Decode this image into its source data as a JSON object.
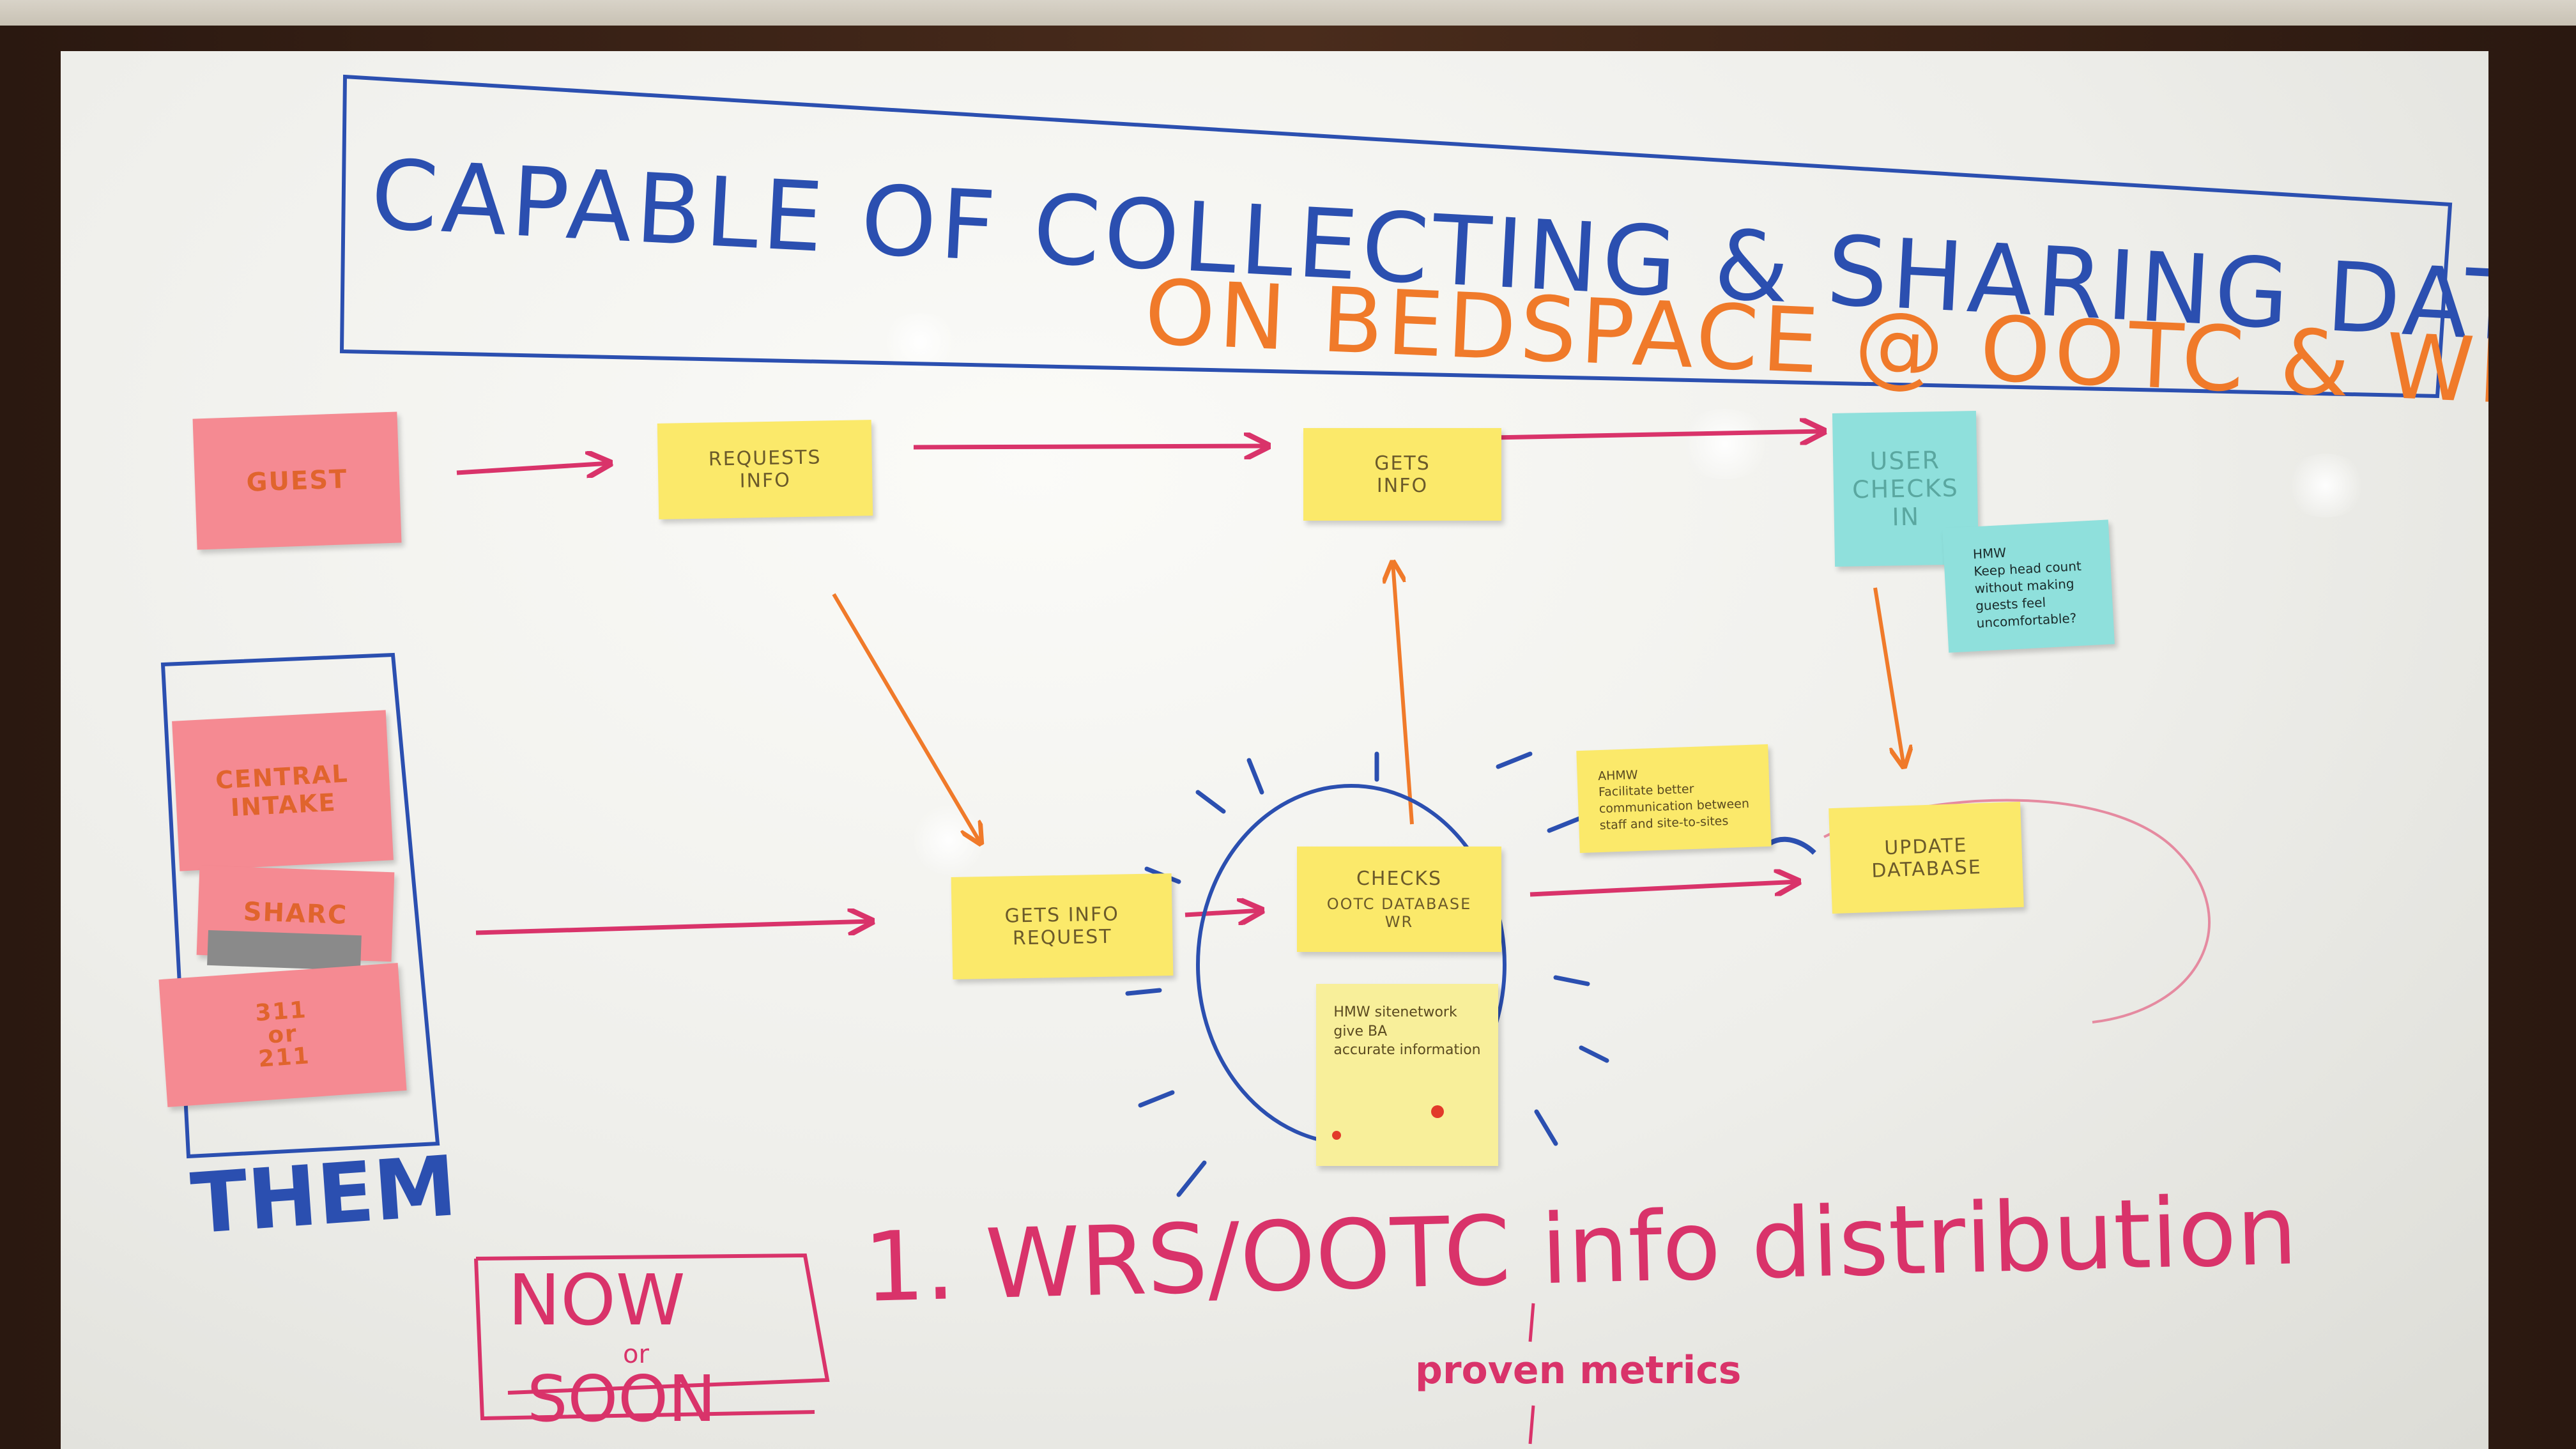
{
  "title": {
    "line1": "CAPABLE OF COLLECTING & SHARING DATA",
    "line2": "ON BEDSPACE @ OOTC & WR"
  },
  "stickies": {
    "guest": "GUEST",
    "requests_info": "REQUESTS\nINFO",
    "gets_info": "GETS\nINFO",
    "user_checks_in": "USER\nCHECKS\nIN",
    "hmw_note": "HMW\nKeep head count\nwithout making\nguests feel\nuncomfortable?",
    "central_intake": "CENTRAL\nINTAKE",
    "sharc": "SHARC",
    "line_311": "311\nor\n211",
    "gets_info_request": "GETS INFO\nREQUEST",
    "checks_title": "CHECKS",
    "checks_body": "OOTC  DATABASE\nWR",
    "hmw_facilitate": "AHMW\nFacilitate better\ncommunication between\nstaff and site-to-sites",
    "update_database": "UPDATE\nDATABASE",
    "hmw_sitenetwork": "HMW   sitenetwork\ngive BA\naccurate information"
  },
  "them_label": "THEM",
  "bottom": {
    "now_label": "NOW",
    "or_label": "or",
    "soon_label": "SOON",
    "item1": "1. WRS/OOTC info distribution",
    "metrics": "proven metrics"
  },
  "colors": {
    "blue_marker": "#2b4fb0",
    "orange_marker": "#f07a2a",
    "magenta_marker": "#d9336a",
    "pink_sticky": "#f58a92",
    "yellow_sticky": "#fbe96a",
    "cyan_sticky": "#8fe0dc"
  }
}
